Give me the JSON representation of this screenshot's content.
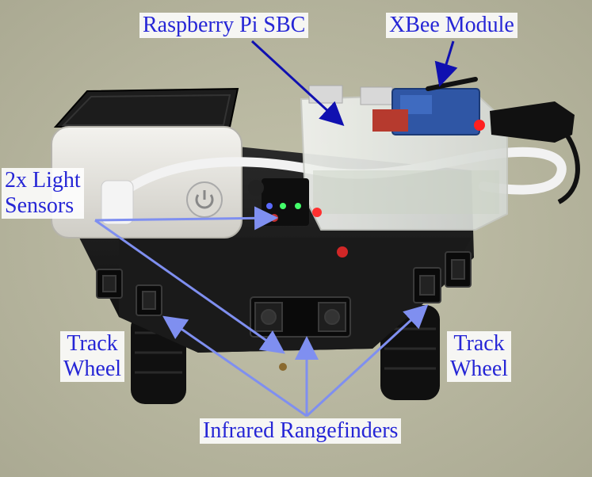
{
  "labels": {
    "raspberry_pi": "Raspberry Pi SBC",
    "xbee": "XBee Module",
    "light_sensors_line1": "2x Light",
    "light_sensors_line2": "Sensors",
    "track_left_line1": "Track",
    "track_left_line2": "Wheel",
    "track_right_line1": "Track",
    "track_right_line2": "Wheel",
    "infrared": "Infrared Rangefinders"
  },
  "colors": {
    "label_text": "#2626d6",
    "arrow_dark": "#1010b0",
    "arrow_light": "#7f8ff0",
    "carpet": "#b8b79f",
    "robot_body": "#151515",
    "battery": "#e6e4de",
    "case": "#e9ece9"
  }
}
